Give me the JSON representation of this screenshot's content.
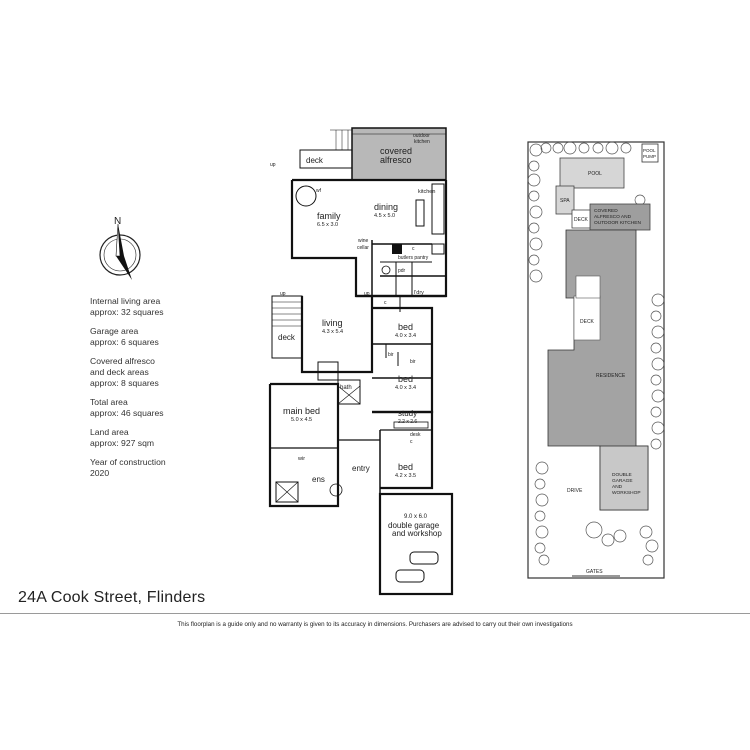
{
  "address": "24A Cook Street, Flinders",
  "disclaimer": "This floorplan is a guide only and no warranty is given to its accuracy in dimensions. Purchasers are advised to carry out their own investigations",
  "compass_label": "N",
  "info": {
    "internal_living_title": "Internal living area",
    "internal_living_value": "approx: 32 squares",
    "garage_title": "Garage area",
    "garage_value": "approx: 6 squares",
    "alfresco_title_1": "Covered alfresco",
    "alfresco_title_2": "and deck areas",
    "alfresco_value": "approx: 8 squares",
    "total_title": "Total area",
    "total_value": "approx: 46 squares",
    "land_title": "Land area",
    "land_value": "approx: 927 sqm",
    "year_title": "Year of construction",
    "year_value": "2020"
  },
  "floorplan": {
    "outdoor_kitchen_1": "outdoor",
    "outdoor_kitchen_2": "kitchen",
    "covered_alfresco_1": "covered",
    "covered_alfresco_2": "alfresco",
    "deck_top": "deck",
    "up_top": "up",
    "dining": "dining",
    "dining_dim": "4.5 x 5.0",
    "kitchen": "kitchen",
    "family": "family",
    "family_dim": "6.5 x 3.0",
    "wf": "wf",
    "wine_cellar_1": "wine",
    "wine_cellar_2": "cellar",
    "butlers_pantry": "butlers pantry",
    "pdr": "pdr",
    "ldry": "l'dry",
    "living": "living",
    "living_dim": "4.3 x 5.4",
    "deck_left": "deck",
    "up_left": "up",
    "up_mid": "up",
    "bed1": "bed",
    "bed1_dim": "4.0 x 3.4",
    "bed2": "bed",
    "bed2_dim": "4.0 x 3.4",
    "bir": "bir",
    "bath": "bath",
    "main_bed": "main bed",
    "main_bed_dim": "5.0 x 4.5",
    "study": "study",
    "study_dim": "2.2 x 2.6",
    "desk": "desk",
    "wir": "wir",
    "ens": "ens",
    "entry": "entry",
    "bed3": "bed",
    "bed3_dim": "4.2 x 3.5",
    "garage_dim": "9.0 x 6.0",
    "garage_1": "double garage",
    "garage_2": "and workshop",
    "c": "c"
  },
  "siteplan": {
    "pool_pump_1": "POOL",
    "pool_pump_2": "PUMP",
    "pool": "POOL",
    "spa": "SPA",
    "deck_top": "DECK",
    "covered_1": "COVERED",
    "covered_2": "ALFRESCO AND",
    "covered_3": "OUTDOOR KITCHEN",
    "deck_mid": "DECK",
    "residence": "RESIDENCE",
    "garage_1": "DOUBLE",
    "garage_2": "GARAGE",
    "garage_3": "AND",
    "garage_4": "WORKSHOP",
    "drive": "DRIVE",
    "gates": "GATES"
  },
  "colors": {
    "wall": "#111111",
    "alfresco_fill": "#b8b8b8",
    "residence_fill": "#a3a3a3",
    "pool_fill": "#d6d6d6"
  }
}
